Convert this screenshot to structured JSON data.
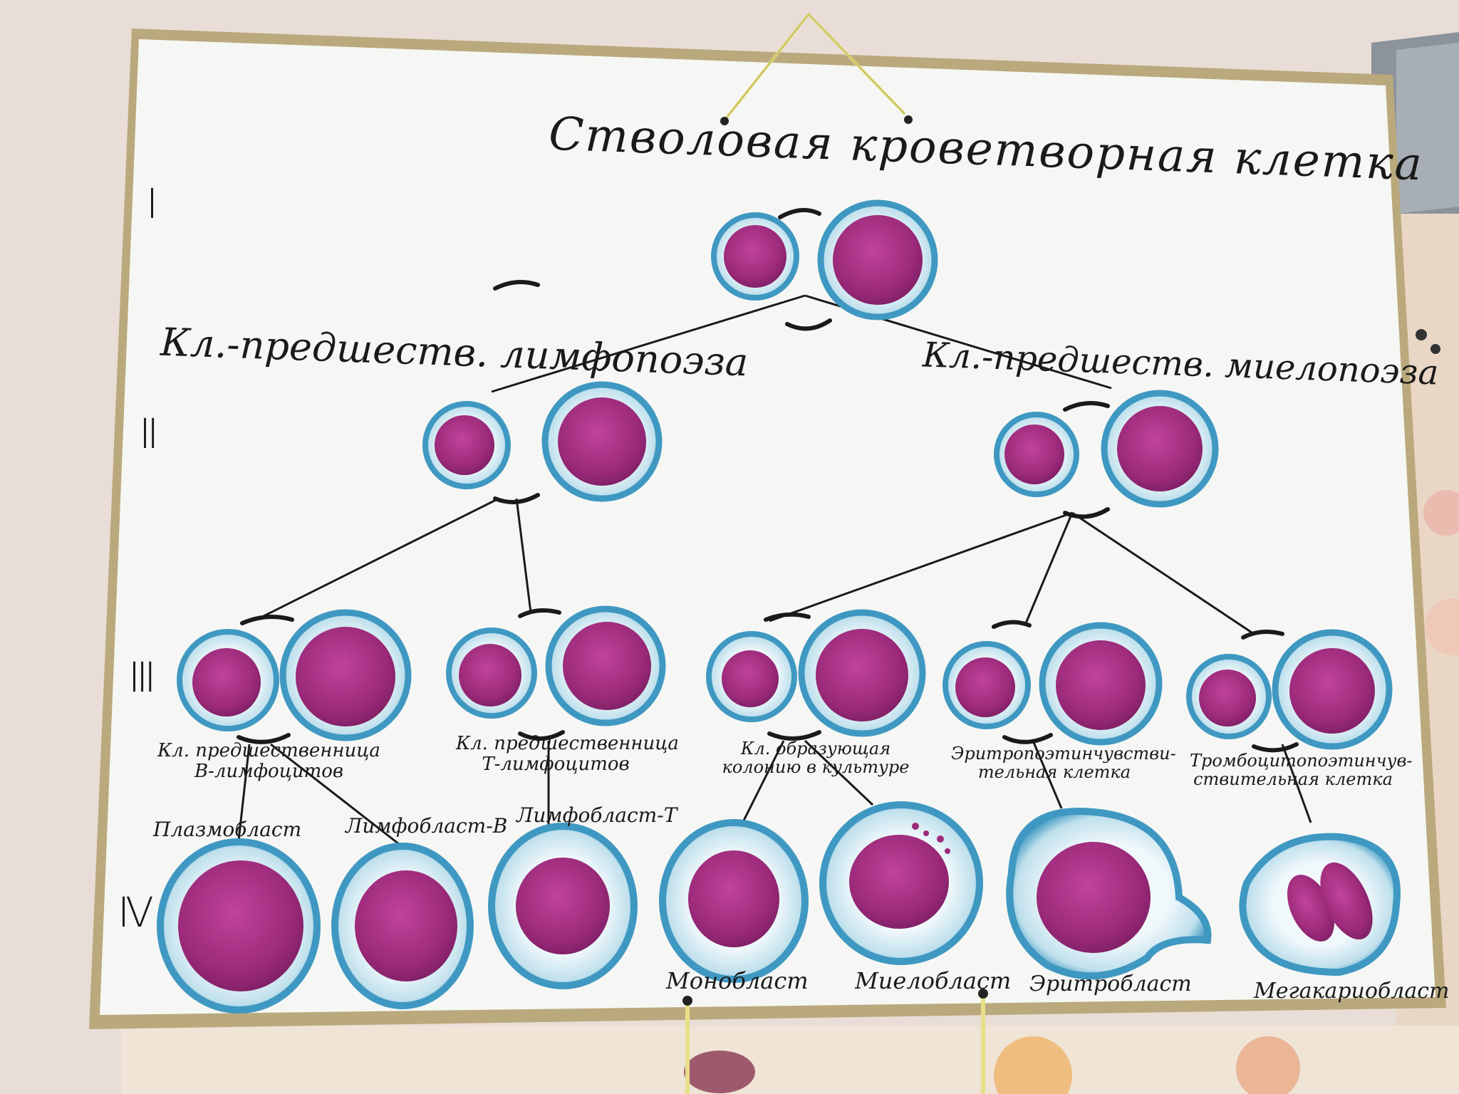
{
  "title": "Стволовая кроветворная клетка",
  "levels": [
    "I",
    "II",
    "III",
    "IV"
  ],
  "precursors": {
    "lymph": "Кл.-предшеств. лимфопоэза",
    "myelo": "Кл.-предшеств. миелопоэза"
  },
  "level3": {
    "b": [
      "Кл. предшественница",
      "В-лимфоцитов"
    ],
    "t": [
      "Кл. предшественница",
      "Т-лимфоцитов"
    ],
    "cfu": [
      "Кл. образующая",
      "колонию в культуре"
    ],
    "ery": [
      "Эритропоэтинчувстви-",
      "тельная клетка"
    ],
    "thr": [
      "Тромбоцитопоэтинчув-",
      "ствительная клетка"
    ]
  },
  "level4": {
    "plasmoblast": "Плазмобласт",
    "lymphoblast_b": "Лимфобласт-В",
    "lymphoblast_t": "Лимфобласт-Т",
    "monoblast": "Монобласт",
    "myeloblast": "Миелобласт",
    "erythroblast": "Эритробласт",
    "megakaryoblast": "Мегакариобласт"
  },
  "colors": {
    "cytoplasm": "#4aa3c8",
    "cytoplasm_light": "#cfe8f1",
    "nucleus": "#9c2a7a",
    "paper": "#f6f7f4",
    "ink": "#1a1a1a"
  }
}
